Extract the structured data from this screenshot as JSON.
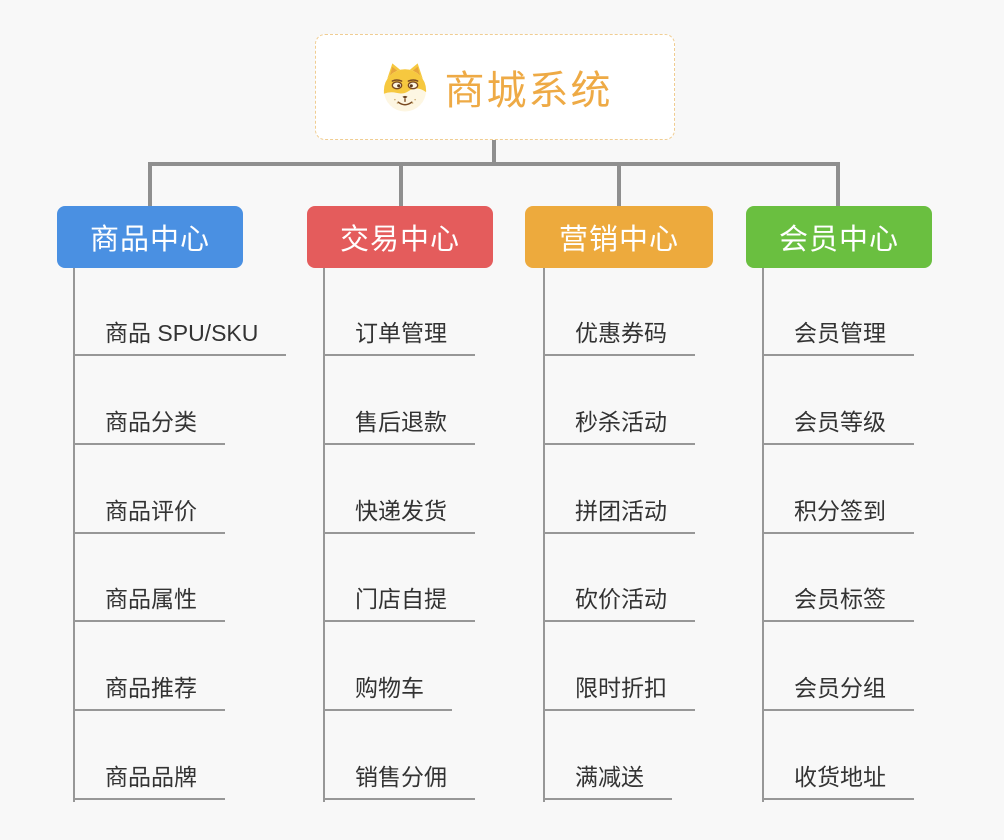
{
  "root": {
    "label": "商城系统",
    "icon": "dog-face-icon"
  },
  "branches": [
    {
      "id": "product-center",
      "label": "商品中心",
      "color": "#4a90e2",
      "items": [
        "商品 SPU/SKU",
        "商品分类",
        "商品评价",
        "商品属性",
        "商品推荐",
        "商品品牌"
      ]
    },
    {
      "id": "trade-center",
      "label": "交易中心",
      "color": "#e45c5c",
      "items": [
        "订单管理",
        "售后退款",
        "快递发货",
        "门店自提",
        "购物车",
        "销售分佣"
      ]
    },
    {
      "id": "marketing-center",
      "label": "营销中心",
      "color": "#edaa3d",
      "items": [
        "优惠券码",
        "秒杀活动",
        "拼团活动",
        "砍价活动",
        "限时折扣",
        "满减送"
      ]
    },
    {
      "id": "member-center",
      "label": "会员中心",
      "color": "#6abf40",
      "items": [
        "会员管理",
        "会员等级",
        "积分签到",
        "会员标签",
        "会员分组",
        "收货地址"
      ]
    }
  ],
  "colors": {
    "background": "#f8f8f8",
    "connector": "#8f8f8f",
    "item_line": "#979797",
    "item_text": "#333333",
    "root_text": "#eeaa45",
    "root_border": "#f0cd92",
    "header_text": "#ffffff"
  }
}
